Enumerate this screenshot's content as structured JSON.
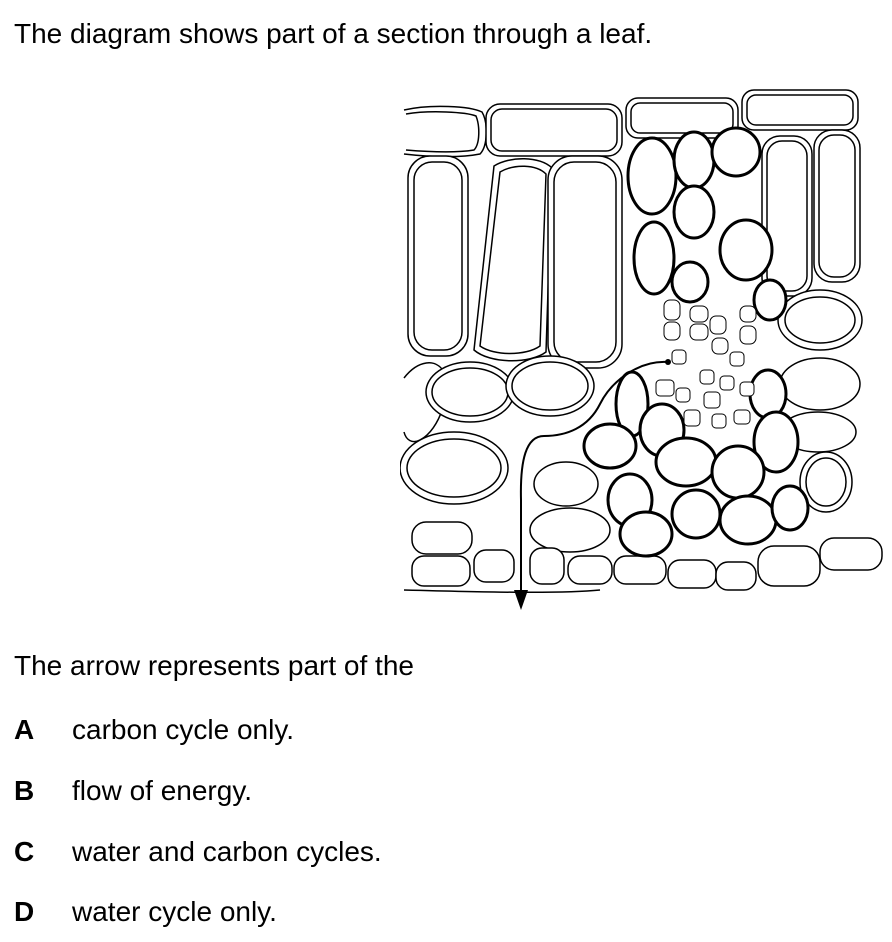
{
  "intro": "The diagram shows part of a section through a leaf.",
  "stem": "The arrow represents part of the",
  "options": [
    {
      "letter": "A",
      "text": "carbon cycle only."
    },
    {
      "letter": "B",
      "text": "flow of energy."
    },
    {
      "letter": "C",
      "text": "water and carbon cycles."
    },
    {
      "letter": "D",
      "text": "water cycle only."
    }
  ]
}
